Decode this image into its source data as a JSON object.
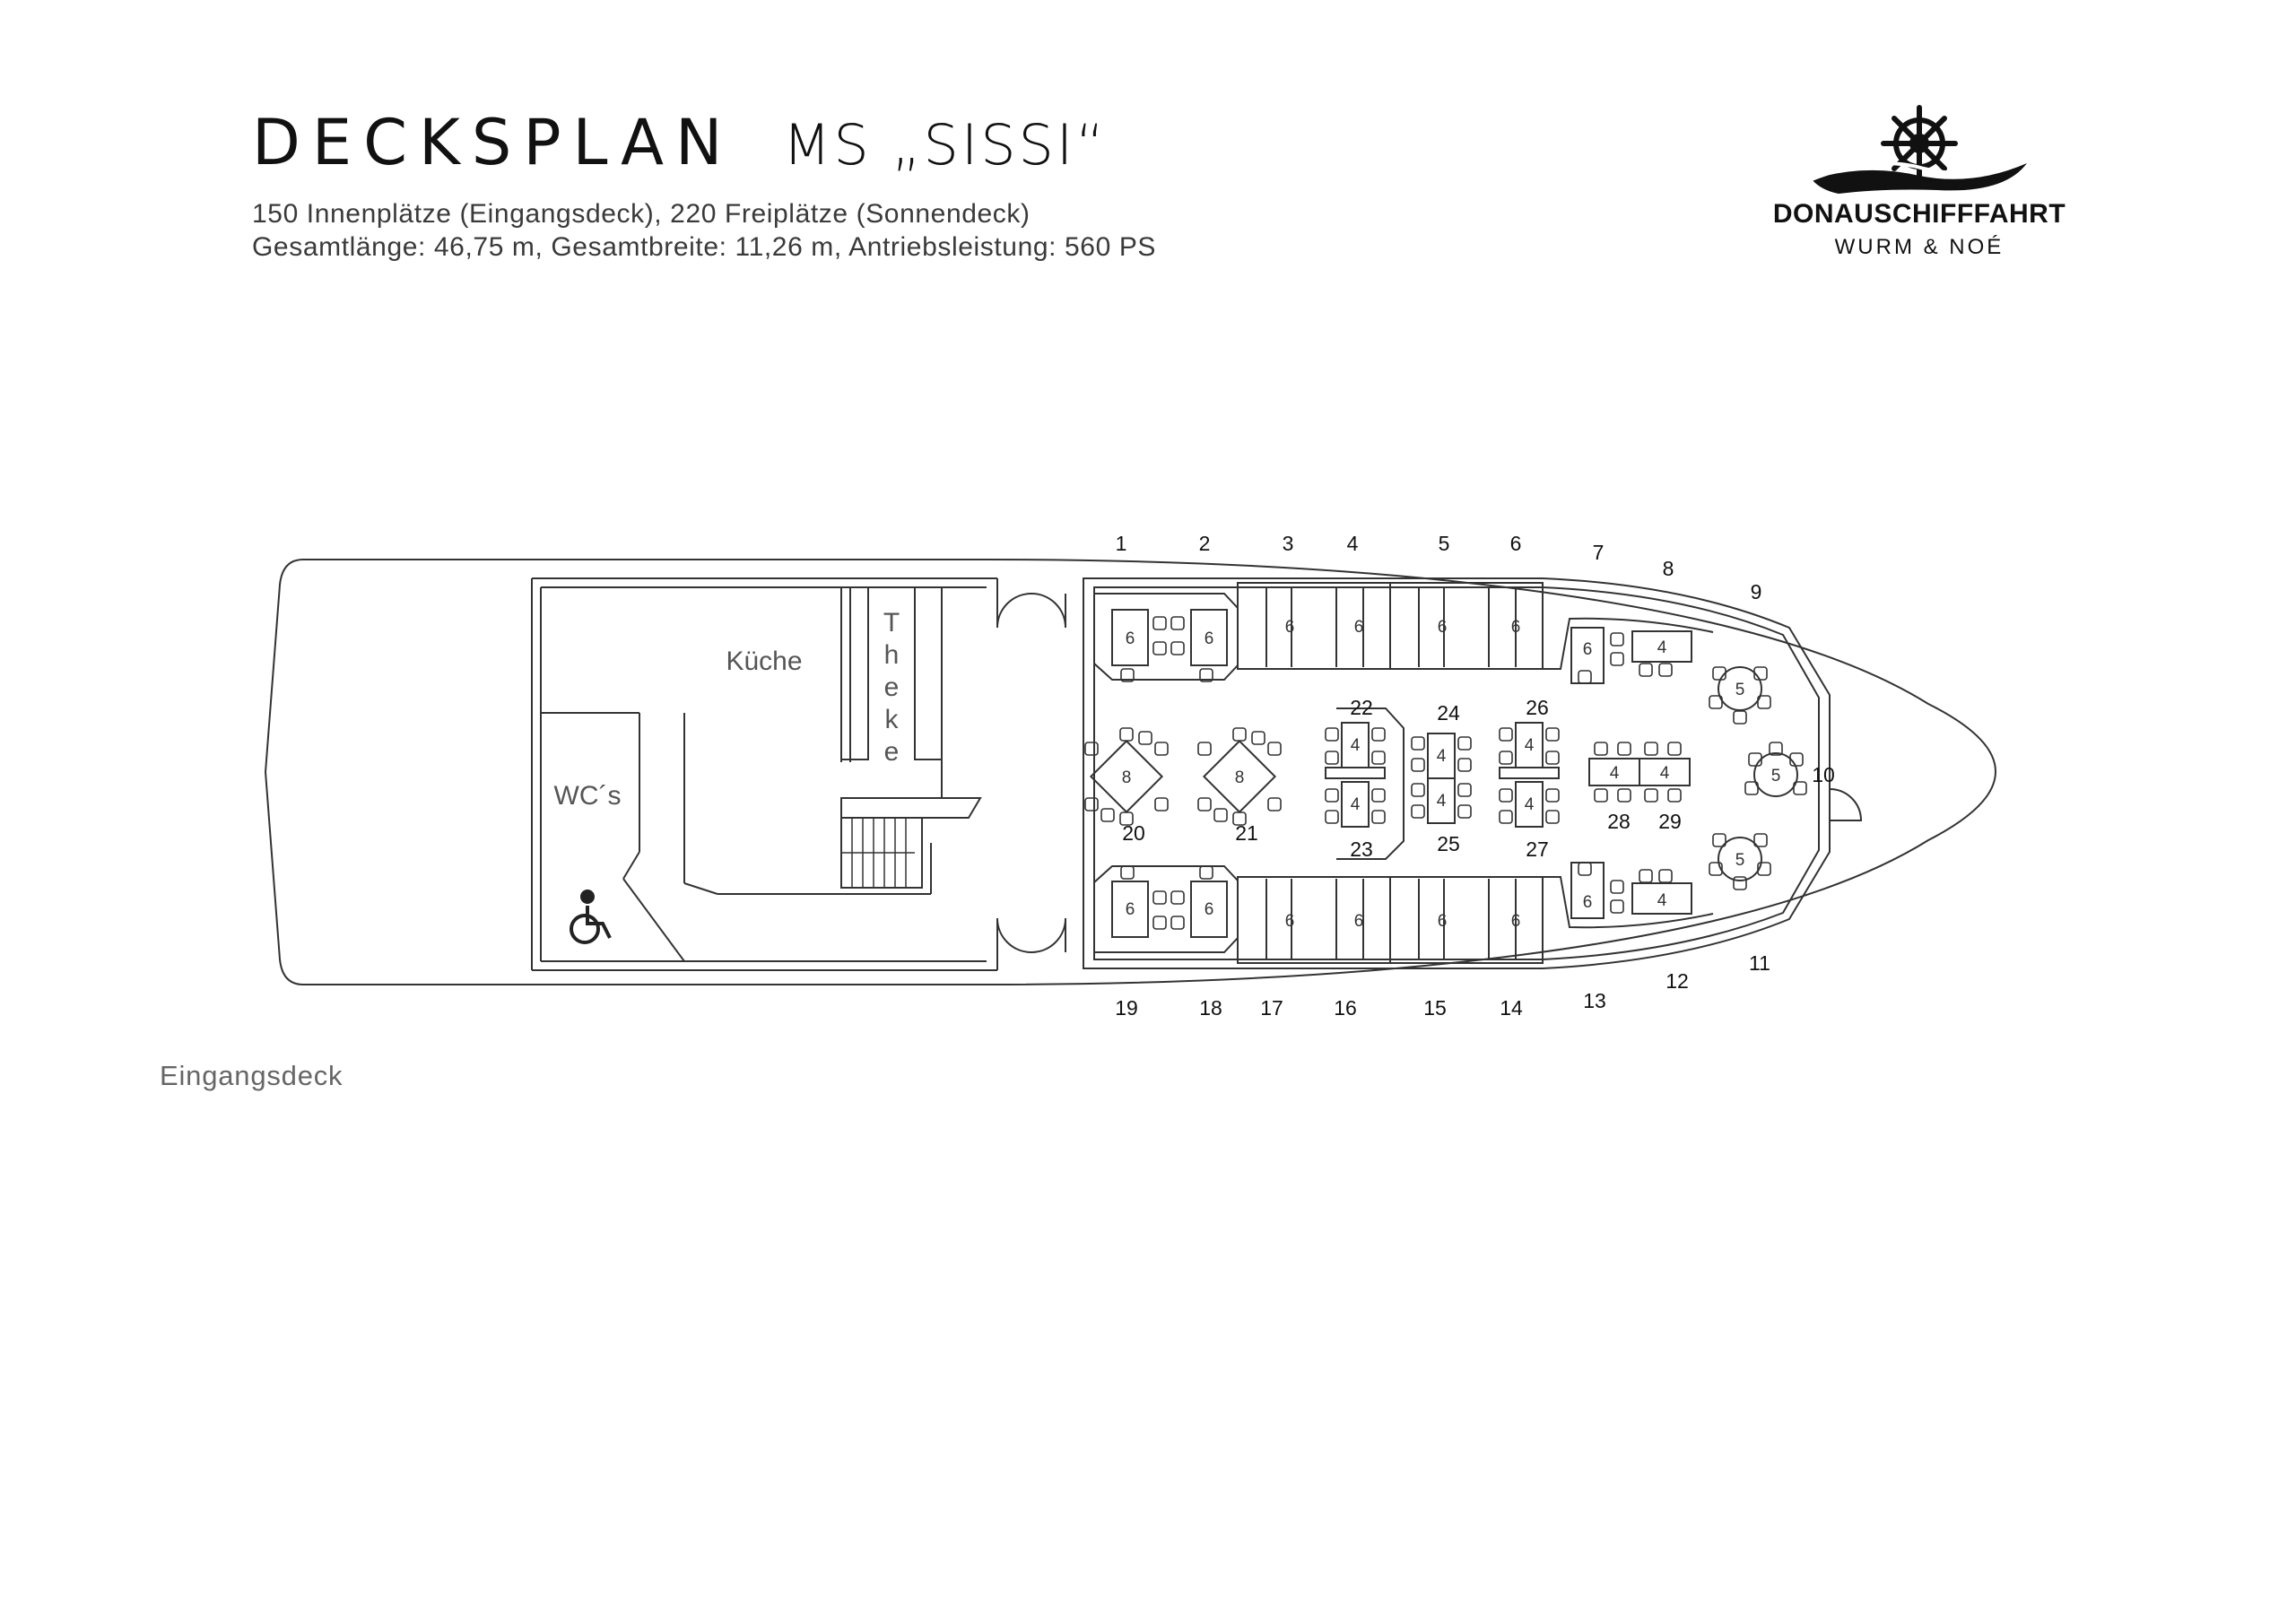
{
  "header": {
    "title": "DECKSPLAN",
    "ship": "MS „SISSI“",
    "line1": "150 Innenplätze (Eingangsdeck), 220 Freiplätze (Sonnendeck)",
    "line2": "Gesamtlänge: 46,75 m, Gesamtbreite: 11,26 m, Antriebsleistung: 560 PS"
  },
  "logo": {
    "name": "DONAUSCHIFFFAHRT",
    "sub": "WURM & NOÉ",
    "icon": "ship-wheel-waves-icon"
  },
  "deck": {
    "caption": "Eingangsdeck",
    "rooms": {
      "kitchen": "Küche",
      "bar": "Theke",
      "toilets": "WC´s",
      "accessible_icon": "wheelchair-icon"
    },
    "table_numbers": [
      "1",
      "2",
      "3",
      "4",
      "5",
      "6",
      "7",
      "8",
      "9",
      "10",
      "11",
      "12",
      "13",
      "14",
      "15",
      "16",
      "17",
      "18",
      "19",
      "20",
      "21",
      "22",
      "23",
      "24",
      "25",
      "26",
      "27",
      "28",
      "29"
    ],
    "seat_counts": {
      "t1": "6",
      "t2": "6",
      "t3": "6",
      "t4": "6",
      "t5": "6",
      "t6": "6",
      "t7": "6",
      "t8": "4",
      "t9": "5",
      "t10": "5",
      "t11": "5",
      "t12": "4",
      "t13": "6",
      "t14": "6",
      "t15": "6",
      "t16": "6",
      "t17": "6",
      "t18": "6",
      "t19": "6",
      "t20": "8",
      "t21": "8",
      "t22": "4",
      "t23": "4",
      "t24": "4",
      "t25": "4",
      "t26": "4",
      "t27": "4",
      "t28": "4",
      "t29": "4"
    }
  },
  "colors": {
    "line": "#333333",
    "text": "#1a1a1a",
    "muted": "#666666"
  }
}
